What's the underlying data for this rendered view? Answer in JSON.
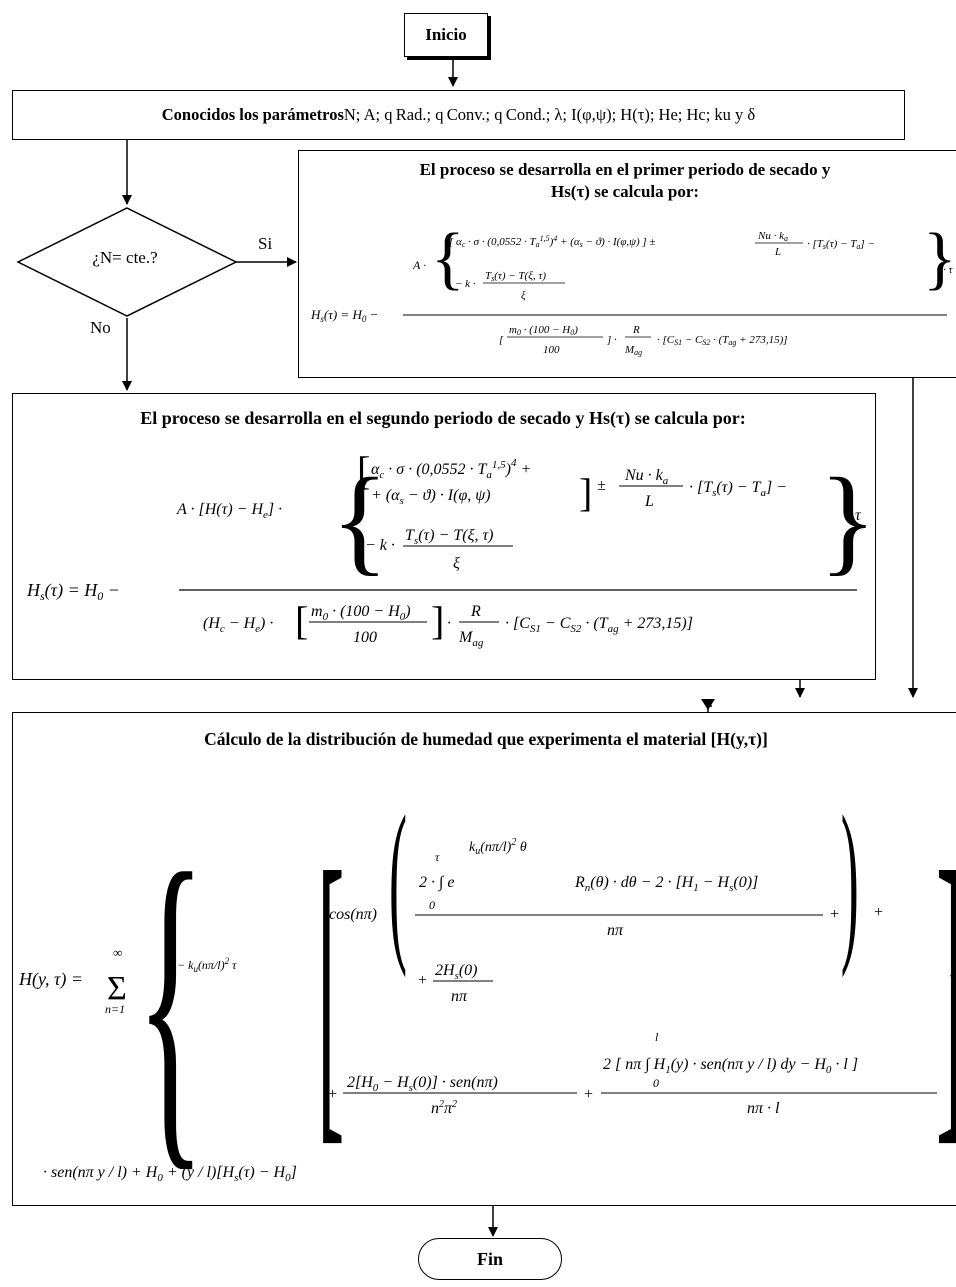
{
  "start": {
    "label": "Inicio"
  },
  "known_params": {
    "label_bold": "Conocidos los parámetros",
    "label_rest": " N; A; q Rad.; q Conv.; q Cond.; λ; I(φ,ψ); H(τ); He; Hc; ku y δ"
  },
  "decision": {
    "question": "¿N= cte.?",
    "yes": "Si",
    "no": "No"
  },
  "first_period": {
    "title_line1": "El proceso se desarrolla en el primer periodo de secado y",
    "title_line2": "Hs(τ) se calcula por:",
    "formula": "H_s(τ) = H_0 − A·{[α_c·σ·(0,0552·T_a^1,5)^4 + (α_s − ϑ)·I(φ,ψ)] ± (Nu·k_a/L)·[T_s(τ) − T_a] − k·(T_s(τ) − T(ξ,τ))/ξ}·τ / ([m_0·(100 − H_0)/100]·(R/M_ag)·[C_S1 − C_S2·(T_ag + 273,15)])"
  },
  "second_period": {
    "title": "El proceso se desarrolla en el segundo periodo de secado y Hs(τ) se calcula por:",
    "formula": "H_s(τ) = H_0 − A·[H(τ) − H_e]·{[α_c·σ·(0,0552·T_a^1,5)^4 + (α_s − ϑ)·I(φ,ψ)] ± (Nu·k_a/L)·[T_s(τ) − T_a] − k·(T_s(τ) − T(ξ,τ))/ξ}·τ / ((H_c − H_e)·[m_0·(100 − H_0)/100]·(R/M_ag)·[C_S1 − C_S2·(T_ag + 273,15)])"
  },
  "distribution": {
    "title": "Cálculo de la distribución de humedad que experimenta el material [H(y,τ)]",
    "formula": "H(y,τ) = Σ_{n=1}^{∞} { e^{−k_u(nπ/l)^2 τ} [ cos(nπ)( (2·∫_0^τ e^{k_u(nπ/l)^2 θ} R_n(θ)·dθ − 2·[H_1 − H_s(0)])/(nπ) + 2H_s(0)/(nπ) ) + 2[H_0 − H_s(0)]·sen(nπ)/(n^2π^2) + 2[nπ∫_0^l H_1(y)·sen(nπ y/l)dy − H_0·l]/(nπ·l) ] }·sen(nπ y/l) + H_0 + (y/l)[H_s(τ) − H_0]"
  },
  "end": {
    "label": "Fin"
  }
}
